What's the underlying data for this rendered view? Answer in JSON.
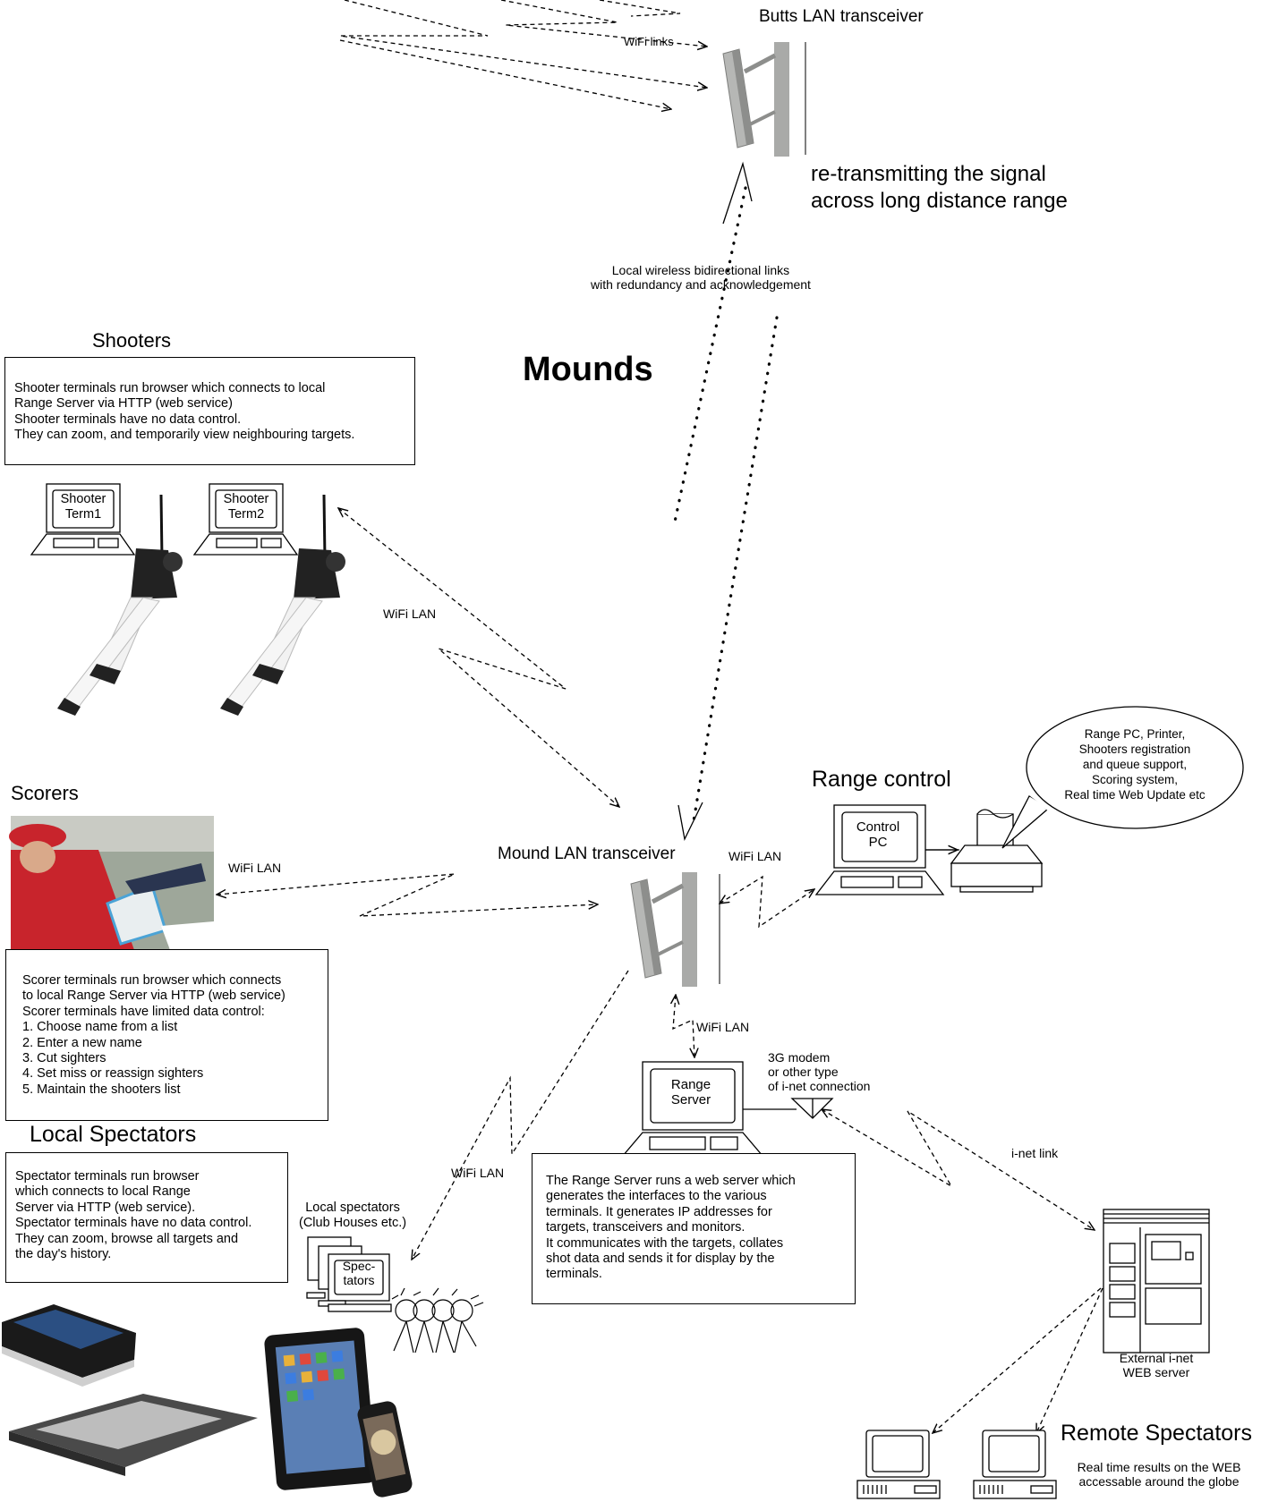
{
  "butts": {
    "title": "Butts LAN transceiver",
    "wifi_links": "WiFi links",
    "retransmit": "re-transmitting the signal\nacross long distance range"
  },
  "wireless_links": "Local wireless bidirectional links\nwith redundancy and acknowledgement",
  "mounds": "Mounds",
  "shooters": {
    "heading": "Shooters",
    "description": "Shooter terminals run browser which connects to local\nRange Server via HTTP (web service)\nShooter terminals have no data control.\nThey can zoom, and temporarily view neighbouring targets.",
    "term1": "Shooter\nTerm1",
    "term2": "Shooter\nTerm2",
    "wifi_lan": "WiFi LAN"
  },
  "scorers": {
    "heading": "Scorers",
    "wifi_lan": "WiFi LAN",
    "description": "Scorer terminals run browser which connects\nto local Range Server via HTTP (web service)\nScorer terminals have limited data control:\n1. Choose name from a list\n2. Enter a new name\n3. Cut sighters\n4. Set miss or reassign sighters\n5. Maintain the shooters list"
  },
  "mound": {
    "title": "Mound LAN transceiver",
    "wifi_lan_right": "WiFi LAN",
    "wifi_lan_down": "WiFi LAN",
    "wifi_lan_spectators": "WiFi LAN"
  },
  "range_control": {
    "heading": "Range control",
    "pc_label": "Control\nPC",
    "bubble": "Range PC, Printer,\nShooters registration\nand queue support,\nScoring system,\nReal time Web Update etc"
  },
  "local_spectators": {
    "heading": "Local Spectators",
    "description": "Spectator terminals run browser\nwhich connects to local Range\nServer via HTTP (web service).\nSpectator terminals have no data control.\nThey can zoom, browse all targets and\nthe day's history.",
    "location": "Local spectators\n(Club Houses etc.)",
    "screen_label": "Spec-\ntators"
  },
  "range_server": {
    "label": "Range\nServer",
    "modem": "3G modem\nor other type\nof i-net connection",
    "description": "The Range Server runs a web server which\ngenerates the interfaces to the various\nterminals. It generates IP addresses for\ntargets, transceivers and monitors.\nIt communicates with the targets, collates\nshot data and sends it for display by the\nterminals."
  },
  "inet_link": "i-net link",
  "external_server": "External i-net\nWEB server",
  "remote": {
    "heading": "Remote Spectators",
    "description": "Real time results on the WEB\naccessable around the globe"
  },
  "colors": {
    "antenna": "#a9aaa8",
    "antenna_dark": "#8d8e8c",
    "phone": "#1a1a1a",
    "shirt": "#c8242c"
  }
}
